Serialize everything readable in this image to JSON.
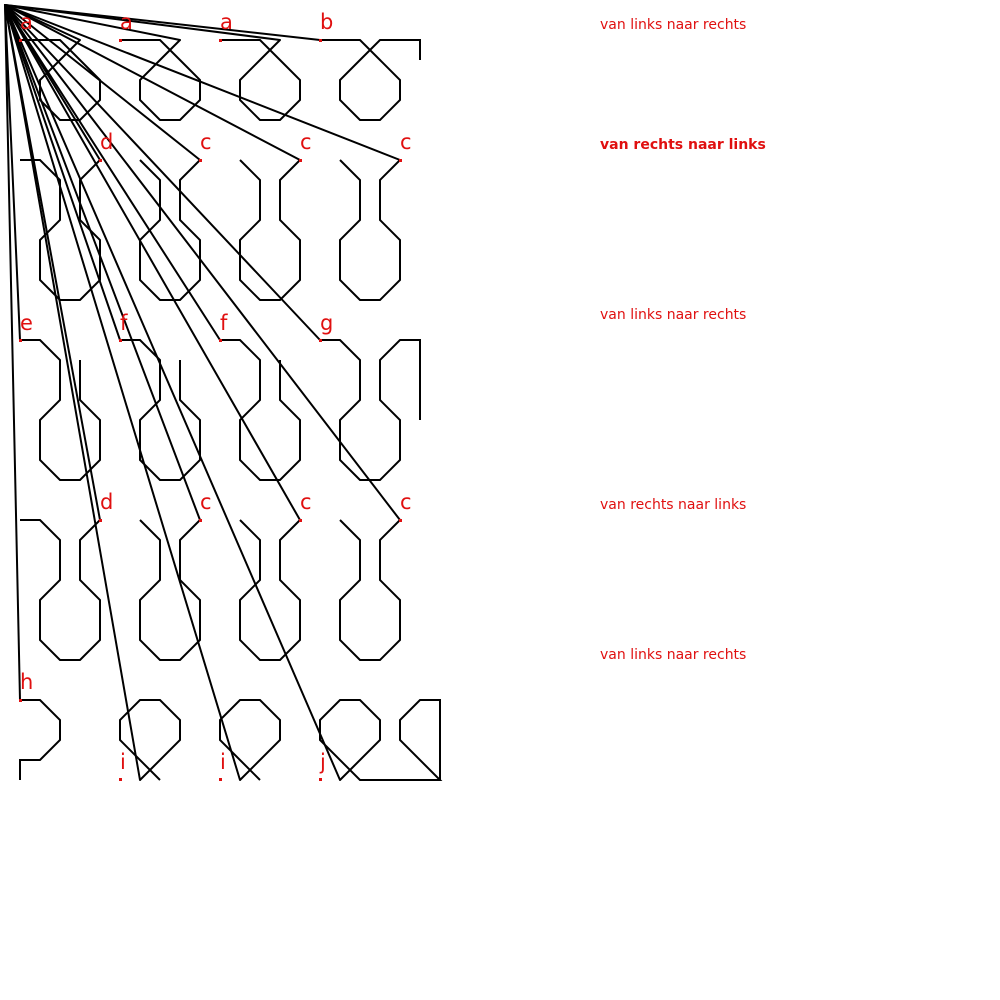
{
  "labels": {
    "row1": [
      "a",
      "a",
      "a",
      "b"
    ],
    "row2": [
      "d",
      "c",
      "c",
      "c"
    ],
    "row3": [
      "e",
      "f",
      "f",
      "g"
    ],
    "row4": [
      "d",
      "c",
      "c",
      "c"
    ],
    "row5": [
      "h",
      "i",
      "i",
      "j"
    ]
  },
  "directions": {
    "row1": "van links naar rechts",
    "row2": "van rechts naar links",
    "row3": "van links naar rechts",
    "row4": "van rechts naar links",
    "row5": "van links naar rechts"
  },
  "colors": {
    "stroke": "#000000",
    "accent": "#e01010"
  }
}
